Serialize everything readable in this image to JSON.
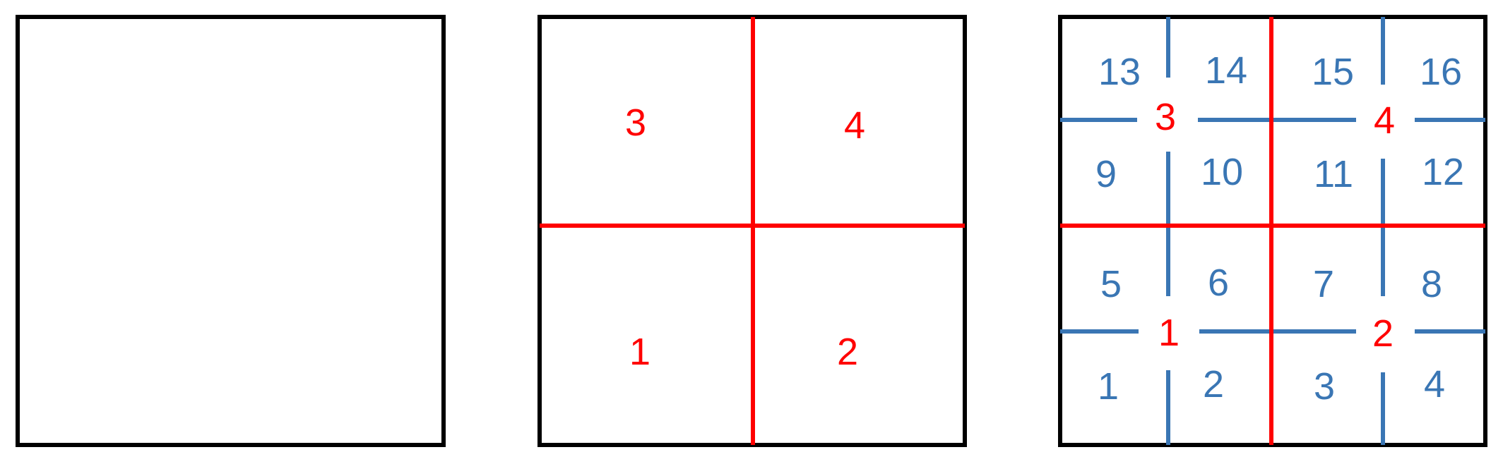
{
  "colors": {
    "frame": "#000000",
    "level1_lines": "#ff0000",
    "level2_lines": "#3a76b4",
    "background": "#ffffff"
  },
  "panels": [
    {
      "name": "panel-1",
      "red_labels": [],
      "blue_labels": []
    },
    {
      "name": "panel-2",
      "red_labels": [
        "3",
        "4",
        "1",
        "2"
      ],
      "blue_labels": []
    },
    {
      "name": "panel-3",
      "red_labels": [
        "3",
        "4",
        "1",
        "2"
      ],
      "blue_labels": [
        "13",
        "14",
        "15",
        "16",
        "9",
        "10",
        "11",
        "12",
        "5",
        "6",
        "7",
        "8",
        "1",
        "2",
        "3",
        "4"
      ]
    }
  ]
}
